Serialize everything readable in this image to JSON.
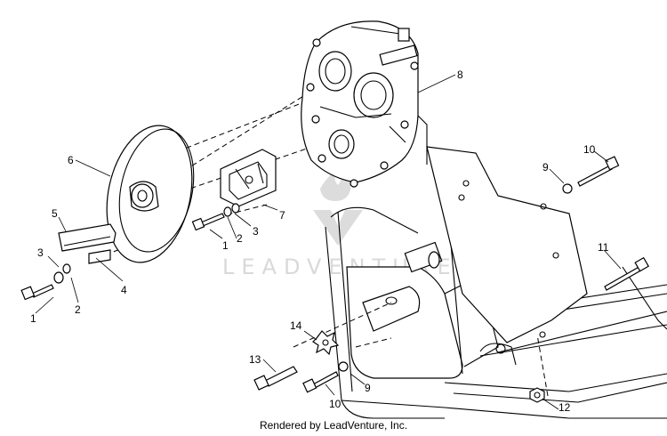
{
  "watermark": {
    "text": "LEADVENTURE"
  },
  "footer": {
    "text": "Rendered by LeadVenture, Inc."
  },
  "callouts": {
    "c1a": "1",
    "c2a": "2",
    "c3a": "3",
    "c4": "4",
    "c5": "5",
    "c6": "6",
    "c1b": "1",
    "c2b": "2",
    "c3b": "3",
    "c7": "7",
    "c8": "8",
    "c9a": "9",
    "c10a": "10",
    "c11": "11",
    "c12": "12",
    "c13": "13",
    "c14": "14",
    "c10b": "10",
    "c9b": "9"
  }
}
